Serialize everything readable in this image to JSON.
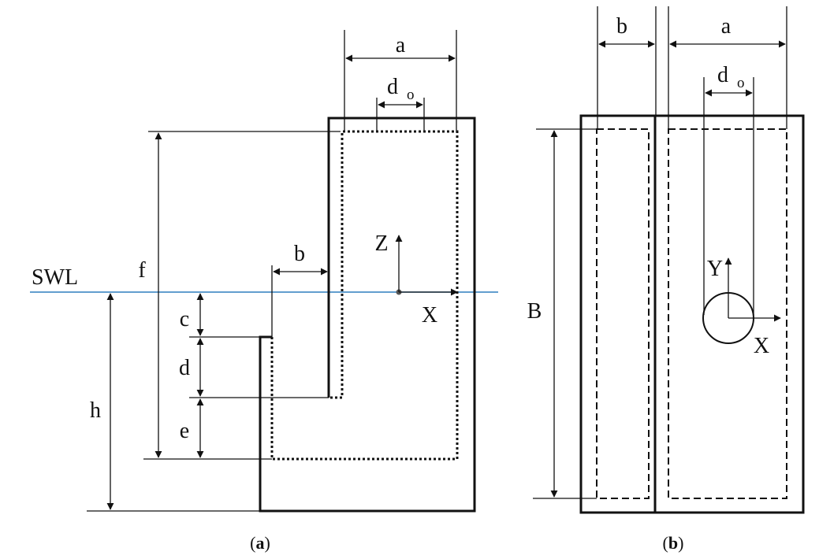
{
  "figure_a": {
    "labels": {
      "a": "a",
      "d": "d",
      "d_sub": "o",
      "b": "b",
      "z": "Z",
      "x": "X",
      "swl": "SWL",
      "f": "f",
      "c": "c",
      "dd": "d",
      "e": "e",
      "h": "h"
    },
    "caption": {
      "open": "(",
      "letter": "a",
      "close": ")"
    }
  },
  "figure_b": {
    "labels": {
      "b": "b",
      "a": "a",
      "d": "d",
      "d_sub": "o",
      "B": "B",
      "y": "Y",
      "x": "X"
    },
    "caption": {
      "open": "(",
      "letter": "b",
      "close": ")"
    }
  },
  "colors": {
    "line": "#111111",
    "swl": "#2e7fbf"
  }
}
